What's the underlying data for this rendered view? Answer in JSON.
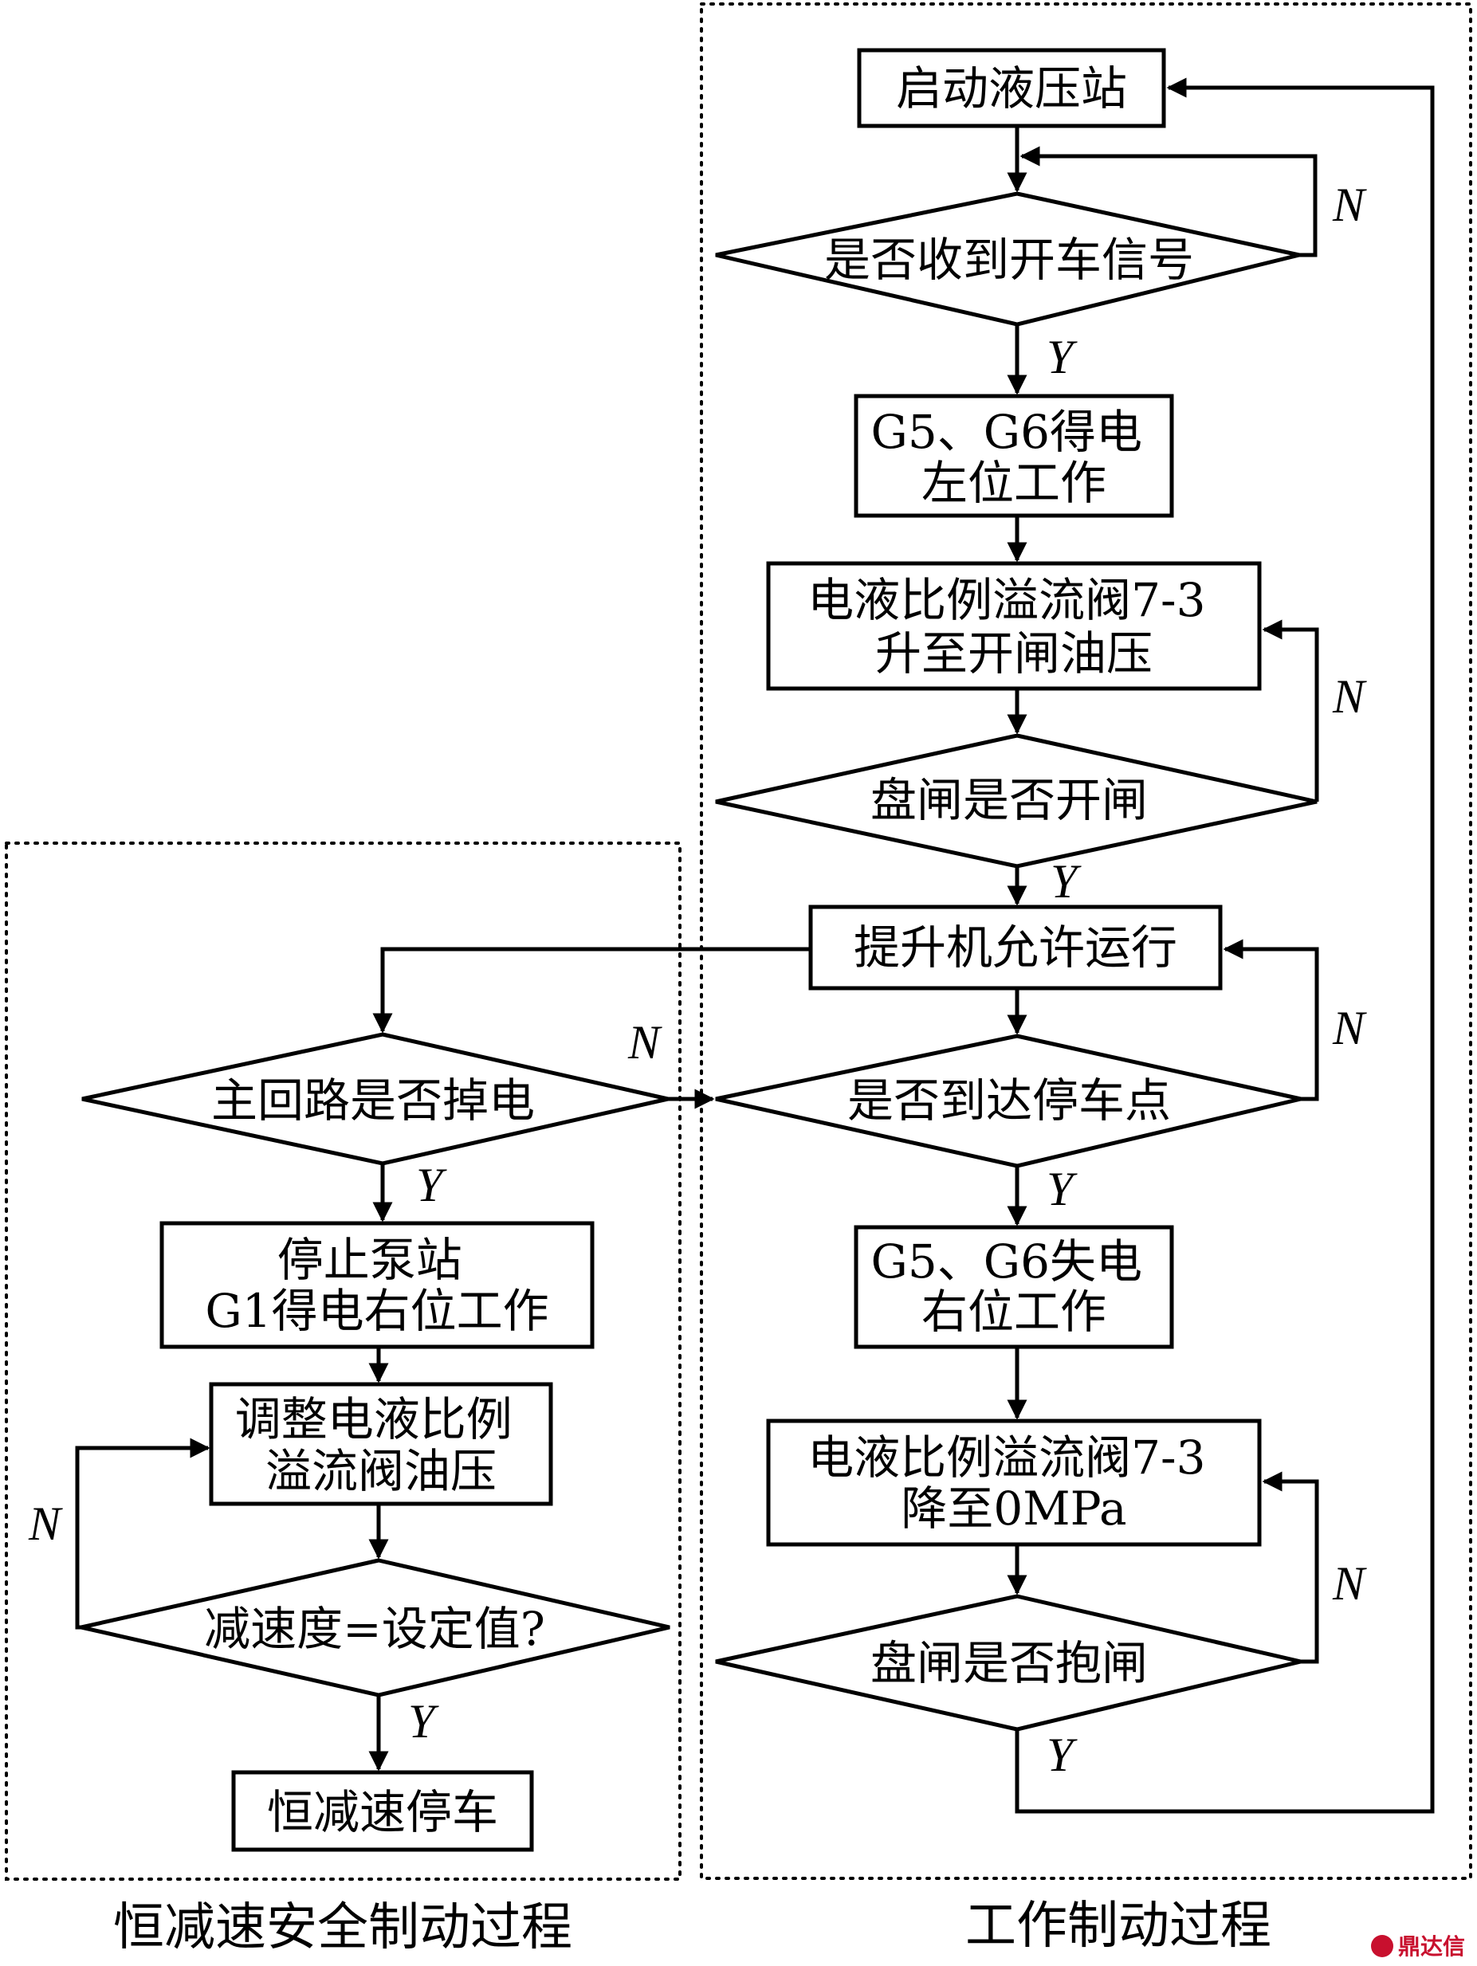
{
  "regions": {
    "left": {
      "caption": "恒减速安全制动过程"
    },
    "right": {
      "caption": "工作制动过程"
    }
  },
  "nodes": {
    "start_pump": [
      "启动液压站"
    ],
    "start_signal": [
      "是否收到开车信号"
    ],
    "g5g6_on": [
      "G5、G6得电",
      "左位工作"
    ],
    "valve_up": [
      "电液比例溢流阀7-3",
      "升至开闸油压"
    ],
    "brake_open": [
      "盘闸是否开闸"
    ],
    "allow_run": [
      "提升机允许运行"
    ],
    "reach_stop": [
      "是否到达停车点"
    ],
    "g5g6_off": [
      "G5、G6失电",
      "右位工作"
    ],
    "valve_down": [
      "电液比例溢流阀7-3",
      "降至0MPa"
    ],
    "brake_hold": [
      "盘闸是否抱闸"
    ],
    "power_loss": [
      "主回路是否掉电"
    ],
    "stop_pump": [
      "停止泵站",
      "G1得电右位工作"
    ],
    "adjust_pressure": [
      "调整电液比例",
      "溢流阀油压"
    ],
    "decel_check": [
      "减速度=设定值?"
    ],
    "const_decel_stop": [
      "恒减速停车"
    ]
  },
  "labels": {
    "yes": "Y",
    "no": "N"
  },
  "watermark": {
    "text": "鼎达信",
    "color": "#c8102e"
  }
}
